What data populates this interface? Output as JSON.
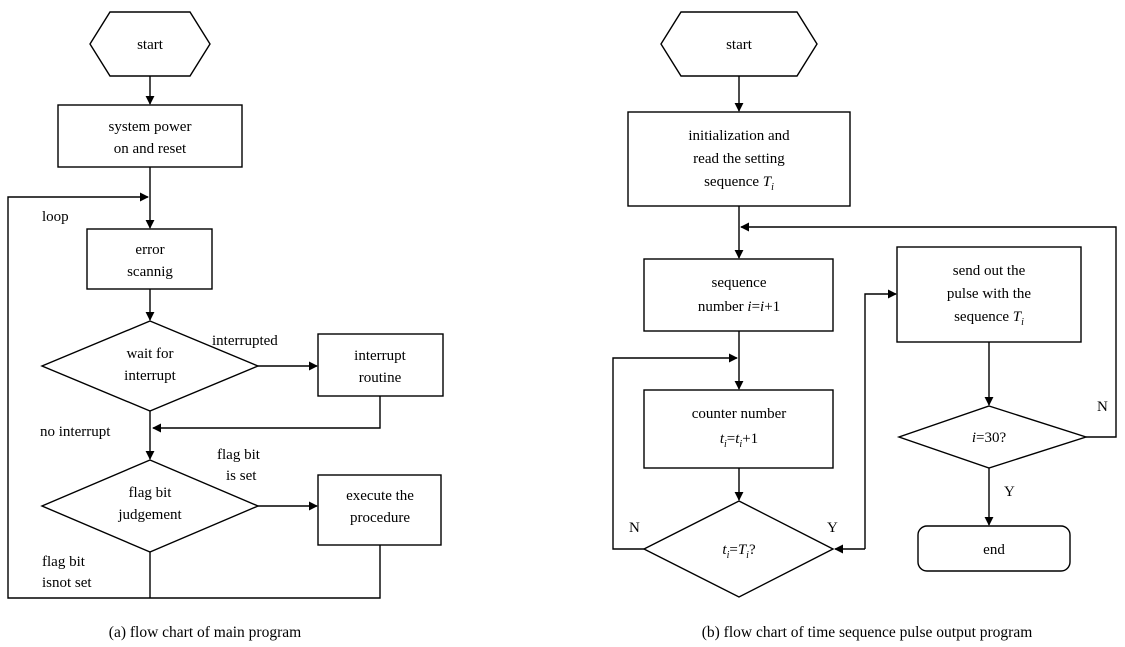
{
  "left": {
    "caption": "(a) flow chart of main program",
    "nodes": {
      "start": "start",
      "power_line1": "system power",
      "power_line2": "on and reset",
      "error_line1": "error",
      "error_line2": "scannig",
      "wait_line1": "wait for",
      "wait_line2": "interrupt",
      "routine_line1": "interrupt",
      "routine_line2": "routine",
      "flag_line1": "flag bit",
      "flag_line2": "judgement",
      "exec_line1": "execute the",
      "exec_line2": "procedure"
    },
    "labels": {
      "loop": "loop",
      "interrupted": "interrupted",
      "no_interrupt": "no interrupt",
      "flag_set_line1": "flag bit",
      "flag_set_line2": "is set",
      "flag_notset_line1": "flag bit",
      "flag_notset_line2": "isnot set"
    }
  },
  "right": {
    "caption": "(b) flow chart of time sequence pulse output program",
    "nodes": {
      "start": "start",
      "init_line1": "initialization and",
      "init_line2": "read the setting",
      "init_line3_text": "sequence ",
      "init_line3_sym": "T",
      "init_line3_sub": "i",
      "seq_line1": "sequence",
      "seq_line2_text": "number ",
      "seq_line2_i1": "i",
      "seq_line2_eq": "=",
      "seq_line2_i2": "i",
      "seq_line2_plus": "+1",
      "counter_line1": "counter number",
      "counter_t1": "t",
      "counter_s1": "i",
      "counter_eq": "=",
      "counter_t2": "t",
      "counter_s2": "i",
      "counter_plus": "+1",
      "cmp_t": "t",
      "cmp_s1": "i",
      "cmp_eq": "=",
      "cmp_T": "T",
      "cmp_s2": "i",
      "cmp_q": "?",
      "send_line1": "send out the",
      "send_line2": "pulse with the",
      "send_line3_text": "sequence ",
      "send_line3_sym": "T",
      "send_line3_sub": "i",
      "check_i": "i",
      "check_rest": "=30?",
      "end": "end"
    },
    "labels": {
      "cmp_no": "N",
      "cmp_yes": "Y",
      "check_no": "N",
      "check_yes": "Y"
    }
  }
}
